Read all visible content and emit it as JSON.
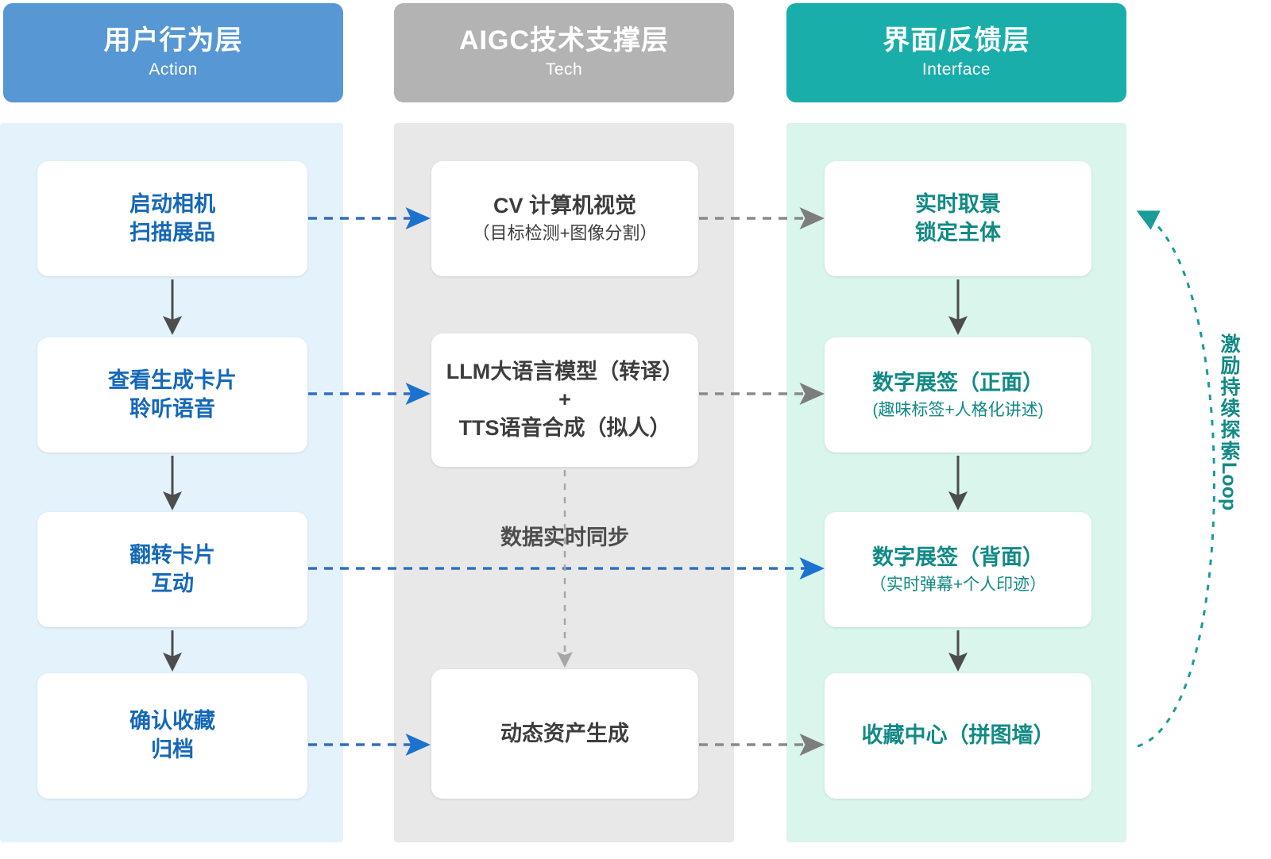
{
  "columns": [
    {
      "id": "action",
      "title": "用户行为层",
      "subtitle": "Action",
      "header_color": "#5697d4",
      "lane_color": "#e4f2fc",
      "text_color": "#1568b9",
      "cards": [
        {
          "title": "启动相机\n扫描展品",
          "line1": "启动相机",
          "line2": "扫描展品",
          "sub": ""
        },
        {
          "title": "查看生成卡片\n聆听语音",
          "line1": "查看生成卡片",
          "line2": "聆听语音",
          "sub": ""
        },
        {
          "title": "翻转卡片\n互动",
          "line1": "翻转卡片",
          "line2": "互动",
          "sub": ""
        },
        {
          "title": "确认收藏\n归档",
          "line1": "确认收藏",
          "line2": "归档",
          "sub": ""
        }
      ]
    },
    {
      "id": "tech",
      "title": "AIGC技术支撑层",
      "subtitle": "Tech",
      "header_color": "#b3b3b3",
      "lane_color": "#e8e8e8",
      "text_color": "#3d3d3d",
      "cards": [
        {
          "line1": "CV 计算机视觉",
          "line2": "",
          "sub": "（目标检测+图像分割）"
        },
        {
          "line1": "LLM大语言模型（转译）",
          "line2": "+",
          "line3": "TTS语音合成（拟人）",
          "sub": ""
        },
        {
          "line1": "动态资产生成",
          "line2": "",
          "sub": ""
        }
      ],
      "sync_label": "数据实时同步"
    },
    {
      "id": "interface",
      "title": "界面/反馈层",
      "subtitle": "Interface",
      "header_color": "#1aaeab",
      "lane_color": "#d9f5ec",
      "text_color": "#118a85",
      "cards": [
        {
          "line1": "实时取景",
          "line2": "锁定主体",
          "sub": ""
        },
        {
          "line1": "数字展签（正面）",
          "line2": "",
          "sub": "(趣味标签+人格化讲述)"
        },
        {
          "line1": "数字展签（背面）",
          "line2": "",
          "sub": "（实时弹幕+个人印迹）"
        },
        {
          "line1": "收藏中心（拼图墙）",
          "line2": "",
          "sub": ""
        }
      ]
    }
  ],
  "loop": {
    "label_cn": "激励持续探索",
    "label_en": "Loop",
    "color": "#118a85"
  },
  "connector_colors": {
    "action_to_tech": "#2f6fbf",
    "tech_to_interface": "#8a8a8a",
    "vertical_step": "#4d4d4d",
    "sync_dashed": "#a6a6a6",
    "loop": "#1a9b99"
  }
}
